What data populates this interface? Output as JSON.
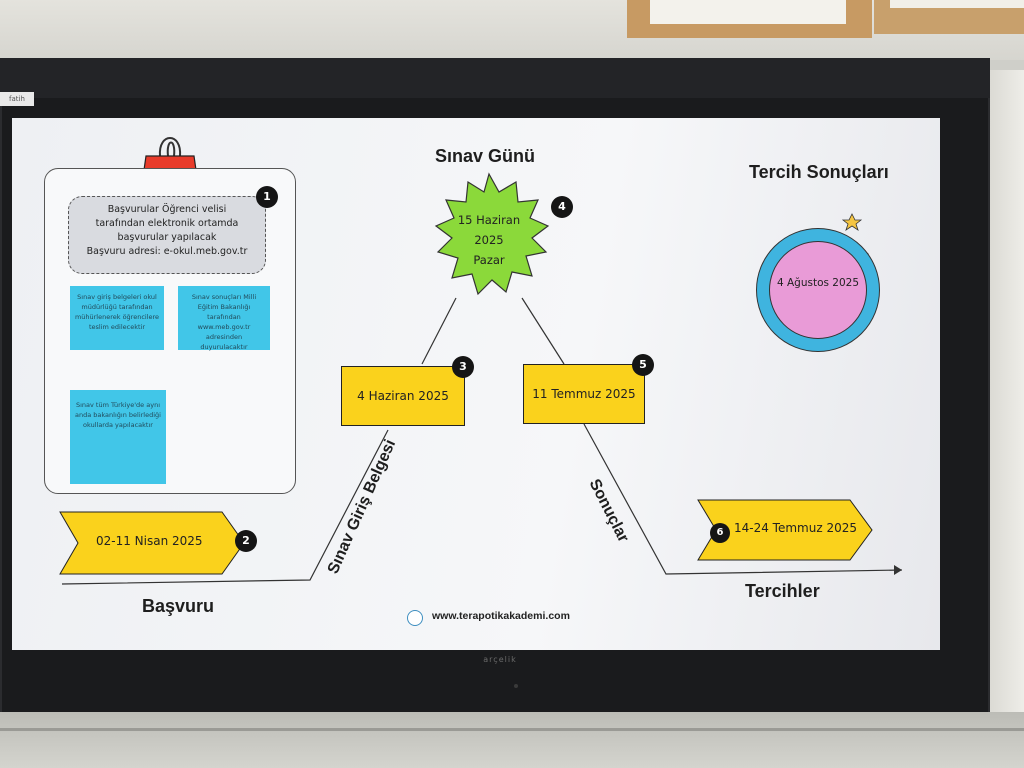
{
  "room": {
    "sticker_text": "fatih",
    "tv_brand": "arçelik"
  },
  "slide": {
    "labels": {
      "sinav_gunu": "Sınav Günü",
      "tercih_sonuclari": "Tercih Sonuçları",
      "basvuru": "Başvuru",
      "sinav_giris_belgesi": "Sınav Giriş Belgesi",
      "sonuclar": "Sonuçlar",
      "tercihler": "Tercihler"
    },
    "info_box": {
      "line1": "Başvurular Öğrenci velisi",
      "line2": "tarafından elektronik ortamda",
      "line3": "başvurular yapılacak",
      "line4": "Başvuru adresi: e-okul.meb.gov.tr"
    },
    "notes": [
      "Sınav giriş belgeleri okul müdürlüğü tarafından mühürlenerek öğrencilere teslim edilecektir",
      "Sınav sonuçları Milli Eğitim Bakanlığı tarafından www.meb.gov.tr adresinden duyurulacaktır",
      "Sınav tüm Türkiye'de aynı anda bakanlığın belirlediği okullarda yapılacaktır"
    ],
    "dates": {
      "basvuru": "02-11 Nisan 2025",
      "giris_belgesi": "4 Haziran 2025",
      "sinav_line1": "15 Haziran",
      "sinav_line2": "2025",
      "sinav_line3": "Pazar",
      "sonuc": "11 Temmuz 2025",
      "tercih": "14-24 Temmuz 2025",
      "tercih_sonuc": "4 Ağustos 2025"
    },
    "steps": [
      "1",
      "2",
      "3",
      "4",
      "5",
      "6"
    ],
    "footer_url": "www.terapotikakademi.com",
    "colors": {
      "yellow": "#fad21c",
      "cyan_note": "#41c6e8",
      "green_star": "#8bd93a",
      "circle_blue": "#3fb4df",
      "circle_pink": "#e99bd7",
      "badge": "#151515"
    },
    "icons": [
      "binder-clip-icon",
      "document-pencil-icon",
      "star-icon",
      "site-logo-icon"
    ]
  }
}
